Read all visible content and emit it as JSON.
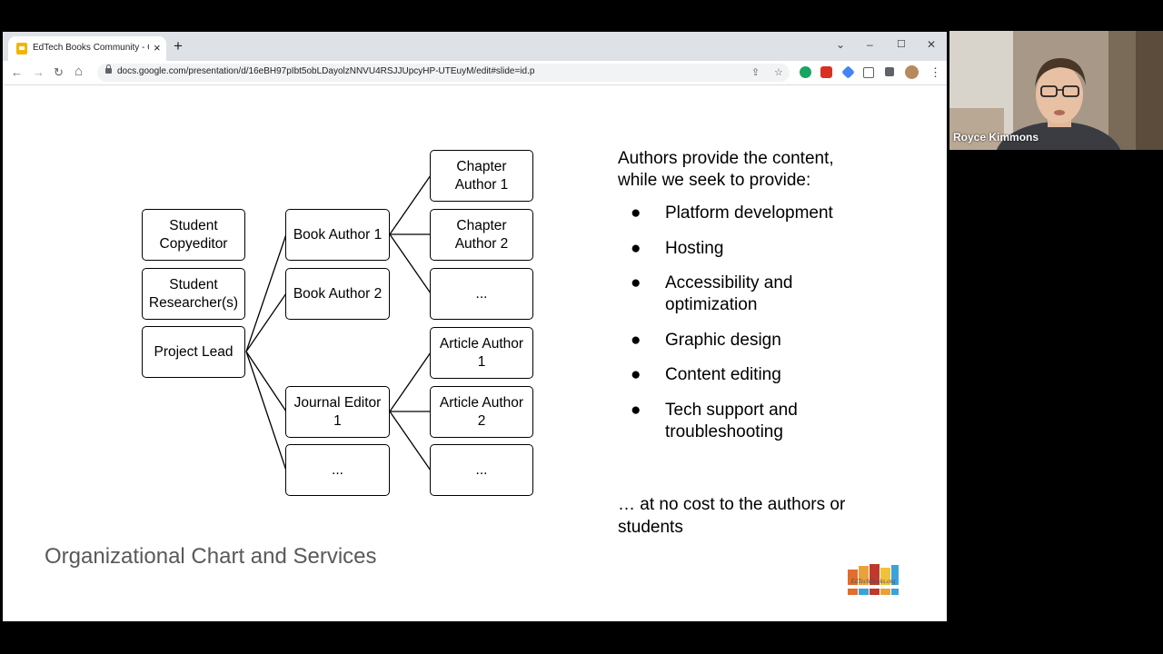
{
  "browser": {
    "tab_title": "EdTech Books Community - Goo",
    "tab_close": "×",
    "new_tab": "+",
    "url": "docs.google.com/presentation/d/16eBH97pIbt5obLDayolzNNVU4RSJJUpcyHP-UTEuyM/edit#slide=id.p",
    "window_controls": {
      "minimize": "–",
      "maximize": "☐",
      "close": "✕",
      "dropdown": "⌄"
    },
    "nav": {
      "back": "←",
      "forward": "→",
      "reload": "↻",
      "home": "⌂"
    },
    "omnibox_icons": {
      "share": "⇪",
      "bookmark": "☆"
    },
    "menu": "⋮"
  },
  "slide": {
    "title": "Organizational Chart and Services",
    "org_chart": {
      "student_copyeditor": "Student\nCopyeditor",
      "student_researchers": "Student\nResearcher(s)",
      "project_lead": "Project Lead",
      "book_author_1": "Book Author 1",
      "book_author_2": "Book Author 2",
      "journal_editor_1": "Journal Editor\n1",
      "journal_more": "...",
      "chapter_author_1": "Chapter\nAuthor 1",
      "chapter_author_2": "Chapter\nAuthor 2",
      "chapter_more": "...",
      "article_author_1": "Article Author\n1",
      "article_author_2": "Article Author\n2",
      "article_more": "..."
    },
    "intro": "Authors provide the content, while we seek to provide:",
    "bullet_symbol": "●",
    "services": [
      "Platform development",
      "Hosting",
      "Accessibility and optimization",
      "Graphic design",
      "Content editing",
      "Tech support and troubleshooting"
    ],
    "footer_note": "… at no cost to the authors or students",
    "logo_text": "EdTechBooks.org"
  },
  "video": {
    "participant_name": "Royce Kimmons"
  }
}
